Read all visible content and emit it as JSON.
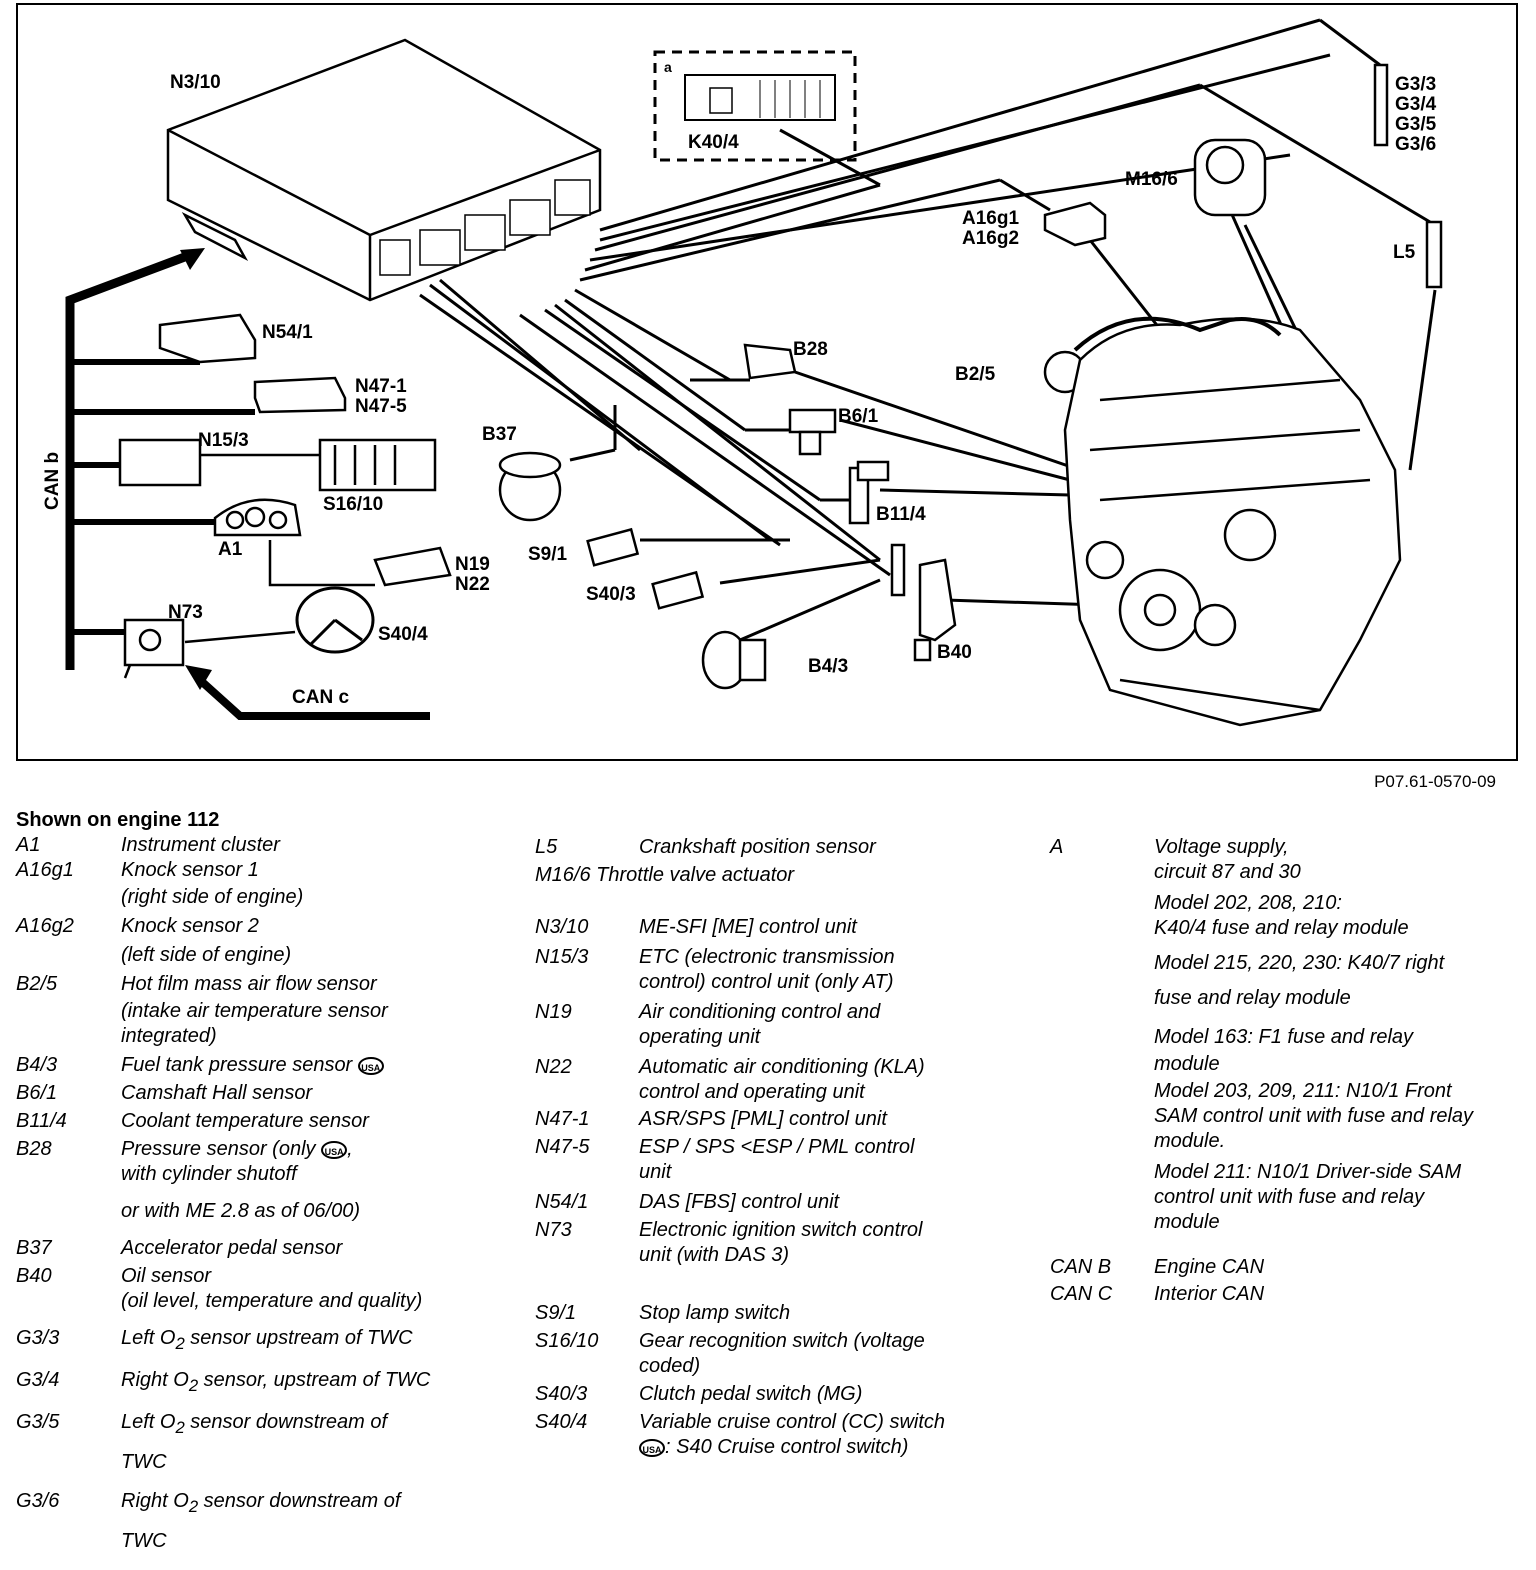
{
  "diagram": {
    "labels": {
      "n3_10": "N3/10",
      "k40_4": "K40/4",
      "a": "a",
      "g3_3": "G3/3",
      "g3_4": "G3/4",
      "g3_5": "G3/5",
      "g3_6": "G3/6",
      "m16_6": "M16/6",
      "a16g1": "A16g1",
      "a16g2": "A16g2",
      "l5": "L5",
      "n54_1": "N54/1",
      "n47_1": "N47-1",
      "n47_5": "N47-5",
      "n15_3": "N15/3",
      "s16_10": "S16/10",
      "can_b": "CAN  b",
      "a1": "A1",
      "n19": "N19",
      "n22": "N22",
      "n73": "N73",
      "s40_4": "S40/4",
      "can_c": "CAN  c",
      "b28": "B28",
      "b2_5": "B2/5",
      "b6_1": "B6/1",
      "b37": "B37",
      "b11_4": "B11/4",
      "s9_1": "S9/1",
      "s40_3": "S40/3",
      "b4_3": "B4/3",
      "b40": "B40"
    },
    "figure_code": "P07.61-0570-09"
  },
  "legend": {
    "heading": "Shown on engine 112",
    "usa_badge": "USA",
    "col1": [
      {
        "key": "A1",
        "text": "Instrument cluster"
      },
      {
        "key": "A16g1",
        "text": "Knock sensor 1",
        "text2": "(right side of engine)"
      },
      {
        "key": "A16g2",
        "text": "Knock sensor 2",
        "text2": "(left side of engine)"
      },
      {
        "key": "B2/5",
        "text": "Hot film mass air flow sensor",
        "text2": "(intake air temperature sensor",
        "text3": "integrated)"
      },
      {
        "key": "B4/3",
        "text": "Fuel tank pressure sensor"
      },
      {
        "key": "B6/1",
        "text": "Camshaft Hall sensor"
      },
      {
        "key": "B11/4",
        "text": "Coolant temperature sensor"
      },
      {
        "key": "B28",
        "text": "Pressure sensor (only",
        "text_after": ",",
        "text2": "with cylinder shutoff",
        "text3": "or with ME 2.8 as of 06/00)"
      },
      {
        "key": "B37",
        "text": "Accelerator pedal sensor"
      },
      {
        "key": "B40",
        "text": "Oil sensor",
        "text2": "(oil level, temperature and quality)"
      },
      {
        "key": "G3/3",
        "pre": "Left O",
        "sub": "2",
        "post": " sensor upstream of TWC"
      },
      {
        "key": "G3/4",
        "pre": "Right O",
        "sub": "2",
        "post": " sensor, upstream of TWC"
      },
      {
        "key": "G3/5",
        "pre": "Left O",
        "sub": "2",
        "post": " sensor downstream of",
        "text2": "TWC"
      },
      {
        "key": "G3/6",
        "pre": "Right O",
        "sub": "2",
        "post": " sensor downstream of",
        "text2": "TWC"
      }
    ],
    "col2": [
      {
        "key": "L5",
        "text": "Crankshaft position sensor"
      },
      {
        "key": "M16/6",
        "text": "Throttle valve actuator"
      },
      {
        "key": "N3/10",
        "text": "ME-SFI [ME] control unit"
      },
      {
        "key": "N15/3",
        "text": "ETC (electronic transmission",
        "text2": "control) control unit (only AT)"
      },
      {
        "key": "N19",
        "text": "Air conditioning control and",
        "text2": "operating unit"
      },
      {
        "key": "N22",
        "text": "Automatic air conditioning (KLA)",
        "text2": "control and operating unit"
      },
      {
        "key": "N47-1",
        "text": "ASR/SPS [PML] control unit"
      },
      {
        "key": "N47-5",
        "text": "ESP / SPS <ESP / PML control",
        "text2": "unit"
      },
      {
        "key": "N54/1",
        "text": "DAS [FBS] control unit"
      },
      {
        "key": "N73",
        "text": "Electronic ignition switch control",
        "text2": "unit (with DAS 3)"
      },
      {
        "key": "S9/1",
        "text": "Stop lamp switch"
      },
      {
        "key": "S16/10",
        "text": "Gear recognition switch (voltage",
        "text2": "coded)"
      },
      {
        "key": "S40/3",
        "text": "Clutch pedal switch (MG)"
      },
      {
        "key": "S40/4",
        "text": "Variable cruise control (CC) switch",
        "text2": ": S40 Cruise control switch)"
      }
    ],
    "col3": [
      {
        "key": "A",
        "lines": [
          "Voltage supply,",
          "circuit 87 and 30",
          "Model 202, 208, 210:",
          "K40/4 fuse and relay module",
          "Model 215, 220, 230: K40/7 right",
          "fuse and relay module",
          "Model 163: F1 fuse and relay",
          "module",
          "Model 203, 209, 211: N10/1 Front",
          "SAM control unit with fuse and relay",
          "module.",
          "Model 211: N10/1 Driver-side SAM",
          "control unit with fuse and relay",
          "module"
        ]
      },
      {
        "key": "CAN B",
        "text": "Engine CAN"
      },
      {
        "key": "CAN C",
        "text": "Interior CAN"
      }
    ]
  }
}
